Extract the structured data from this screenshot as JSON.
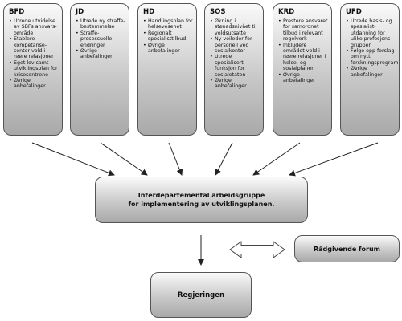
{
  "columns": [
    {
      "head": "BFD",
      "items": [
        "Utrede utvidelse av SBFs ansvars-område",
        "Etablere kompetanse-senter vold i nære relasjoner",
        "Eget lov samt utviklingsplan for krisesentrene",
        "Øvrige anbefalinger"
      ]
    },
    {
      "head": "JD",
      "items": [
        "Utrede ny straffe-bestemmelse",
        "Straffe-prosessuelle endringer",
        "Øvrige anbefalinger"
      ]
    },
    {
      "head": "HD",
      "items": [
        "Handlingsplan for helsevesenet",
        "Regionalt spesialisttilbud",
        "Øvrige anbefalinger"
      ]
    },
    {
      "head": "SOS",
      "items": [
        "Økning i stønadsnivået til voldsutsatte",
        "Ny veileder for personell ved sosialkontor",
        "Utrede spesialisert funksjon for sosialetaten",
        "Øvrige anbefalinger"
      ]
    },
    {
      "head": "KRD",
      "items": [
        "Prestere ansvaret for samordnet tilbud i relevant regelverk",
        "Inkludere området vold i nære relasjoner i helse- og sosialplaner",
        "Øvrige anbefalinger"
      ]
    },
    {
      "head": "UFD",
      "items": [
        "Utrede basis- og spesialist-utdanning for ulike profesjons-grupper",
        "Følge opp forslag om nytt forskningsprogram",
        "Øvrige anbefalinger"
      ]
    }
  ],
  "central": {
    "line1": "Interdepartemental arbeidsgruppe",
    "line2": "for implementering av utviklingsplanen."
  },
  "government": "Regjeringen",
  "advisory": "Rådgivende forum"
}
